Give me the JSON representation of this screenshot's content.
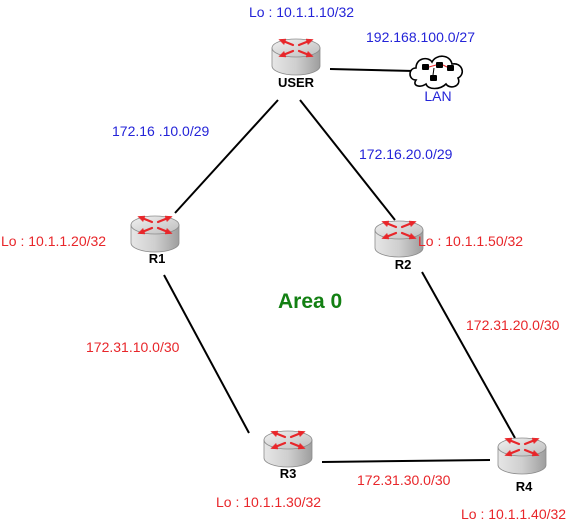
{
  "colors": {
    "blue_label": "#2424d8",
    "red_label": "#e8262a",
    "area_label": "#138013",
    "link": "#000000",
    "router_body": "#d4d4d4",
    "router_arrow": "#e8262a"
  },
  "routers": {
    "user": {
      "name": "USER",
      "loopback": "Lo : 10.1.1.10/32"
    },
    "r1": {
      "name": "R1",
      "loopback": "Lo : 10.1.1.20/32"
    },
    "r2": {
      "name": "R2",
      "loopback": "Lo : 10.1.1.50/32"
    },
    "r3": {
      "name": "R3",
      "loopback": "Lo : 10.1.1.30/32"
    },
    "r4": {
      "name": "R4",
      "loopback": "Lo : 10.1.1.40/32"
    }
  },
  "lan": {
    "name": "LAN",
    "subnet": "192.168.100.0/27",
    "icon": "cloud-icon"
  },
  "links": {
    "user_r1": "172.16 .10.0/29",
    "user_r2": "172.16.20.0/29",
    "r1_r3": "172.31.10.0/30",
    "r2_r4": "172.31.20.0/30",
    "r3_r4": "172.31.30.0/30"
  },
  "area": {
    "label": "Area 0"
  }
}
